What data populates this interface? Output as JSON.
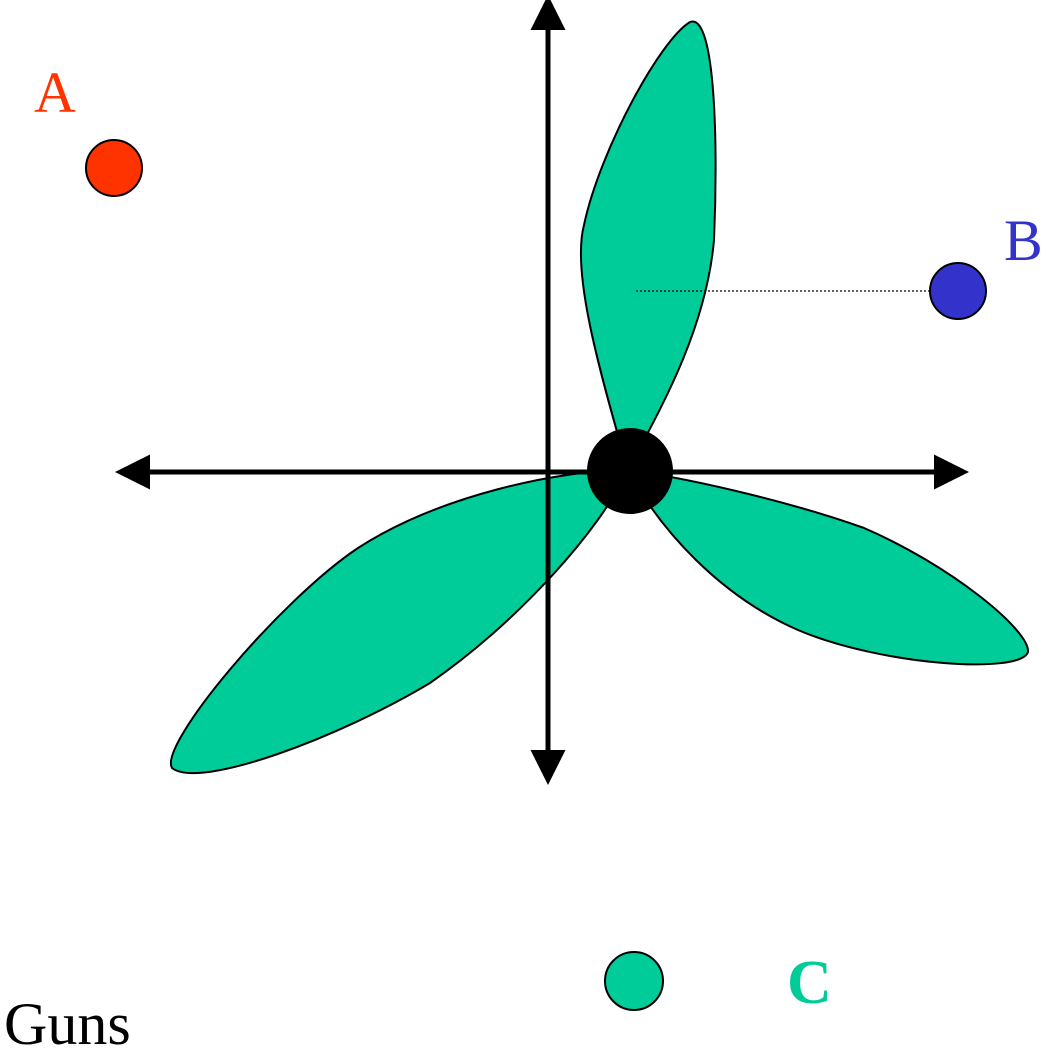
{
  "title": "Guns",
  "points": [
    {
      "id": "A",
      "label": "A",
      "color": "#ff3300"
    },
    {
      "id": "B",
      "label": "B",
      "color": "#3333cc"
    },
    {
      "id": "C",
      "label": "C",
      "color": "#00cc99"
    }
  ],
  "colors": {
    "petal_fill": "#00cc99",
    "stroke": "#000000",
    "hub": "#000000"
  }
}
